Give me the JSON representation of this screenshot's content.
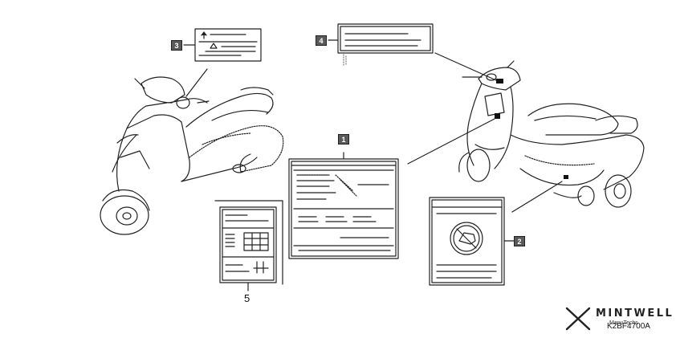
{
  "labels": {
    "tag_1": "1",
    "tag_2": "2",
    "tag_3": "3",
    "tag_4": "4",
    "label_5": "5"
  },
  "brand": {
    "name": "MINTWELL",
    "subtitle": "ManuTechs"
  },
  "part_code": "K2BF4700A"
}
